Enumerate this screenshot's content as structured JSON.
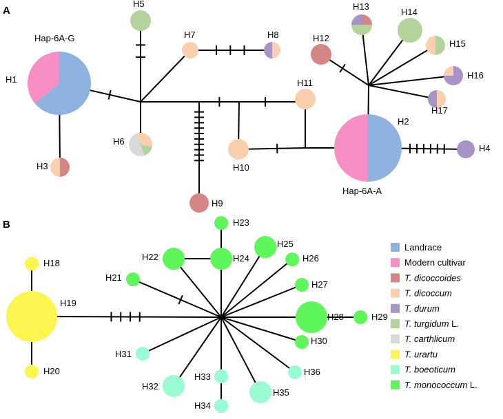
{
  "panels": [
    {
      "id": "A",
      "label": "A"
    },
    {
      "id": "B",
      "label": "B"
    }
  ],
  "colors": {
    "Landrace": "#8fb3e0",
    "Modern cultivar": "#f78fc5",
    "T. dicoccoides": "#d48585",
    "T. dicoccum": "#f9cfae",
    "T. durum": "#a793c8",
    "T. turgidum": "#b4d39c",
    "T. carthlicum": "#d9d9d9",
    "T. urartu": "#fbf64f",
    "T. boeoticum": "#99fbd1",
    "T. monococcum": "#5ff65b"
  },
  "legend": [
    {
      "key": "Landrace",
      "italic": "",
      "plain": "Landrace"
    },
    {
      "key": "Modern cultivar",
      "italic": "",
      "plain": "Modern cultivar"
    },
    {
      "key": "T. dicoccoides",
      "italic": "T. dicoccoides",
      "plain": ""
    },
    {
      "key": "T. dicoccum",
      "italic": "T. dicoccum",
      "plain": ""
    },
    {
      "key": "T. durum",
      "italic": "T. durum",
      "plain": ""
    },
    {
      "key": "T. turgidum",
      "italic": "T. turgidum",
      "plain": " L."
    },
    {
      "key": "T. carthlicum",
      "italic": "T. carthlicum",
      "plain": ""
    },
    {
      "key": "T. urartu",
      "italic": "T. urartu",
      "plain": ""
    },
    {
      "key": "T. boeoticum",
      "italic": "T. boeoticum",
      "plain": ""
    },
    {
      "key": "T. monococcum",
      "italic": "T. monococcum",
      "plain": " L."
    }
  ],
  "annotations": {
    "hap_6a_g": "Hap-6A-G",
    "hap_6a_a": "Hap-6A-A"
  },
  "haplotypes": [
    {
      "id": "H1",
      "label": "H1",
      "composition": [
        {
          "group": "Landrace",
          "share": 0.64
        },
        {
          "group": "Modern cultivar",
          "share": 0.36
        }
      ]
    },
    {
      "id": "H2",
      "label": "H2",
      "composition": [
        {
          "group": "Landrace",
          "share": 0.5
        },
        {
          "group": "Modern cultivar",
          "share": 0.5
        }
      ]
    },
    {
      "id": "H3",
      "label": "H3",
      "composition": [
        {
          "group": "T. dicoccoides",
          "share": 0.5
        },
        {
          "group": "T. dicoccum",
          "share": 0.5
        }
      ]
    },
    {
      "id": "H4",
      "label": "H4",
      "composition": [
        {
          "group": "T. durum",
          "share": 1
        }
      ]
    },
    {
      "id": "H5",
      "label": "H5",
      "composition": [
        {
          "group": "T. turgidum",
          "share": 1
        }
      ]
    },
    {
      "id": "H6",
      "label": "H6",
      "composition": [
        {
          "group": "T. turgidum",
          "share": 0.17
        },
        {
          "group": "T. carthlicum",
          "share": 0.5
        },
        {
          "group": "T. dicoccum",
          "share": 0.33
        }
      ]
    },
    {
      "id": "H7",
      "label": "H7",
      "composition": [
        {
          "group": "T. dicoccum",
          "share": 1
        }
      ]
    },
    {
      "id": "H8",
      "label": "H8",
      "composition": [
        {
          "group": "T. dicoccum",
          "share": 0.5
        },
        {
          "group": "T. durum",
          "share": 0.5
        }
      ]
    },
    {
      "id": "H9",
      "label": "H9",
      "composition": [
        {
          "group": "T. dicoccoides",
          "share": 1
        }
      ]
    },
    {
      "id": "H10",
      "label": "H10",
      "composition": [
        {
          "group": "T. dicoccum",
          "share": 1
        }
      ]
    },
    {
      "id": "H11",
      "label": "H11",
      "composition": [
        {
          "group": "T. dicoccum",
          "share": 1
        }
      ]
    },
    {
      "id": "H12",
      "label": "H12",
      "composition": [
        {
          "group": "T. dicoccoides",
          "share": 1
        }
      ]
    },
    {
      "id": "H13",
      "label": "H13",
      "composition": [
        {
          "group": "T. dicoccoides",
          "share": 0.25
        },
        {
          "group": "T. turgidum",
          "share": 0.5
        },
        {
          "group": "T. durum",
          "share": 0.25
        }
      ]
    },
    {
      "id": "H14",
      "label": "H14",
      "composition": [
        {
          "group": "T. turgidum",
          "share": 1
        }
      ]
    },
    {
      "id": "H15",
      "label": "H15",
      "composition": [
        {
          "group": "T. turgidum",
          "share": 0.5
        },
        {
          "group": "T. dicoccum",
          "share": 0.5
        }
      ]
    },
    {
      "id": "H16",
      "label": "H16",
      "composition": [
        {
          "group": "T. durum",
          "share": 0.75
        },
        {
          "group": "T. dicoccum",
          "share": 0.25
        }
      ]
    },
    {
      "id": "H17",
      "label": "H17",
      "composition": [
        {
          "group": "T. dicoccum",
          "share": 0.5
        },
        {
          "group": "T. durum",
          "share": 0.5
        }
      ]
    },
    {
      "id": "H18",
      "label": "H18",
      "composition": [
        {
          "group": "T. urartu",
          "share": 1
        }
      ]
    },
    {
      "id": "H19",
      "label": "H19",
      "composition": [
        {
          "group": "T. urartu",
          "share": 1
        }
      ]
    },
    {
      "id": "H20",
      "label": "H20",
      "composition": [
        {
          "group": "T. urartu",
          "share": 1
        }
      ]
    },
    {
      "id": "H21",
      "label": "H21",
      "composition": [
        {
          "group": "T. monococcum",
          "share": 1
        }
      ]
    },
    {
      "id": "H22",
      "label": "H22",
      "composition": [
        {
          "group": "T. monococcum",
          "share": 1
        }
      ]
    },
    {
      "id": "H23",
      "label": "H23",
      "composition": [
        {
          "group": "T. monococcum",
          "share": 1
        }
      ]
    },
    {
      "id": "H24",
      "label": "H24",
      "composition": [
        {
          "group": "T. monococcum",
          "share": 1
        }
      ]
    },
    {
      "id": "H25",
      "label": "H25",
      "composition": [
        {
          "group": "T. monococcum",
          "share": 1
        }
      ]
    },
    {
      "id": "H26",
      "label": "H26",
      "composition": [
        {
          "group": "T. monococcum",
          "share": 1
        }
      ]
    },
    {
      "id": "H27",
      "label": "H27",
      "composition": [
        {
          "group": "T. monococcum",
          "share": 1
        }
      ]
    },
    {
      "id": "H28",
      "label": "H28",
      "composition": [
        {
          "group": "T. monococcum",
          "share": 1
        }
      ]
    },
    {
      "id": "H29",
      "label": "H29",
      "composition": [
        {
          "group": "T. monococcum",
          "share": 1
        }
      ]
    },
    {
      "id": "H30",
      "label": "H30",
      "composition": [
        {
          "group": "T. monococcum",
          "share": 1
        }
      ]
    },
    {
      "id": "H31",
      "label": "H31",
      "composition": [
        {
          "group": "T. boeoticum",
          "share": 1
        }
      ]
    },
    {
      "id": "H32",
      "label": "H32",
      "composition": [
        {
          "group": "T. boeoticum",
          "share": 1
        }
      ]
    },
    {
      "id": "H33",
      "label": "H33",
      "composition": [
        {
          "group": "T. boeoticum",
          "share": 1
        }
      ]
    },
    {
      "id": "H34",
      "label": "H34",
      "composition": [
        {
          "group": "T. boeoticum",
          "share": 1
        }
      ]
    },
    {
      "id": "H35",
      "label": "H35",
      "composition": [
        {
          "group": "T. boeoticum",
          "share": 1
        }
      ]
    },
    {
      "id": "H36",
      "label": "H36",
      "composition": [
        {
          "group": "T. boeoticum",
          "share": 1
        }
      ]
    }
  ]
}
